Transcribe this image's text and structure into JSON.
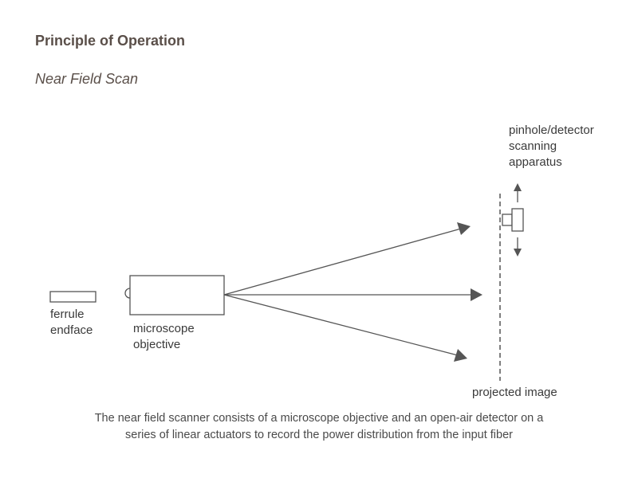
{
  "header": {
    "title": "Principle of Operation",
    "subtitle": "Near Field Scan"
  },
  "diagram": {
    "labels": {
      "ferrule_line1": "ferrule",
      "ferrule_line2": "endface",
      "objective_line1": "microscope",
      "objective_line2": "objective",
      "detector_line1": "pinhole/detector",
      "detector_line2": "scanning",
      "detector_line3": "apparatus",
      "image_plane": "projected image"
    }
  },
  "caption": {
    "line1": "The near field scanner consists of a microscope objective and an open-air detector on a",
    "line2": "series of linear actuators to record the power distribution from the input fiber"
  }
}
